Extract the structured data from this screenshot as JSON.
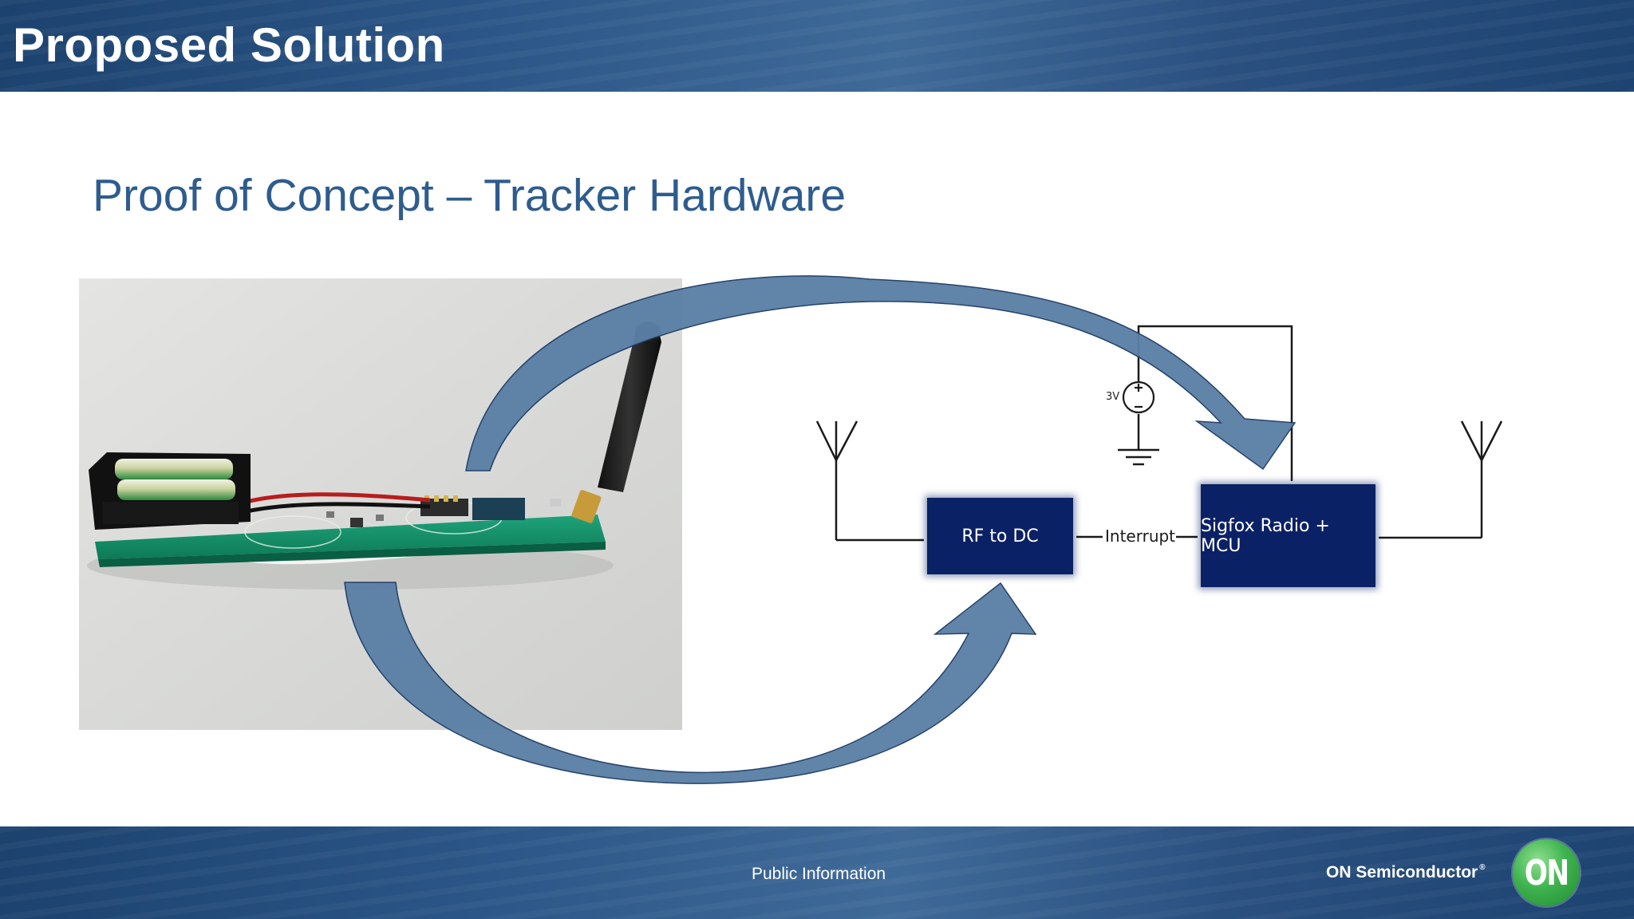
{
  "slide": {
    "title": "Proposed Solution",
    "subtitle": "Proof of Concept – Tracker Hardware"
  },
  "diagram": {
    "block_rf": "RF to DC",
    "block_sigfox": "Sigfox Radio + MCU",
    "wire_label": "Interrupt",
    "voltage_label": "3V",
    "arrow_color": "#5b7fa6",
    "block_color": "#0b2166"
  },
  "footer": {
    "classification": "Public Information",
    "brand": "ON Semiconductor",
    "brand_mark": "®",
    "logo_text": "ON"
  },
  "colors": {
    "header": "#2b5687",
    "subtitle": "#2e5c8e",
    "logo": "#3fb34f"
  }
}
